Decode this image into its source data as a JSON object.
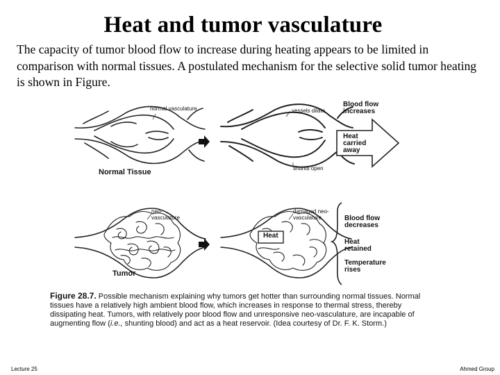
{
  "slide": {
    "title": "Heat and tumor vasculature",
    "body": "The capacity of tumor blood flow to increase during heating appears to be limited in comparison with normal tissues. A postulated mechanism for the selective solid tumor heating is shown in Figure."
  },
  "figure": {
    "labels": {
      "normal_vasculature": "normal vasculature",
      "vessels_dilate": "vessels dilate",
      "blood_flow_increases": "Blood flow increases",
      "heat_carried_away": "Heat carried away",
      "shunts_open": "shunts open",
      "normal_tissue": "Normal Tissue",
      "neo_vasculature": "neo-vasculature",
      "damaged_neo_vasculature": "damaged neo-vasculature",
      "heat": "Heat",
      "blood_flow_decreases": "Blood flow decreases",
      "heat_retained": "Heat retained",
      "temperature_rises": "Temperature rises",
      "tumor": "Tumor"
    },
    "caption": {
      "number": "Figure 28.7.",
      "text_a": " Possible mechanism explaining why tumors get hotter than surrounding normal tissues. Normal tissues have a relatively high ambient blood flow, which increases in response to thermal stress, thereby dissipating heat. Tumors, with relatively poor blood flow and unresponsive neo-vasculature, are incapable of augmenting flow (",
      "text_italic": "i.e.,",
      "text_b": " shunting blood) and act as a heat reservoir. (Idea courtesy of Dr. F. K. Storm.)"
    }
  },
  "footer": {
    "left": "Lecture 25",
    "right": "Ahmed Group"
  }
}
